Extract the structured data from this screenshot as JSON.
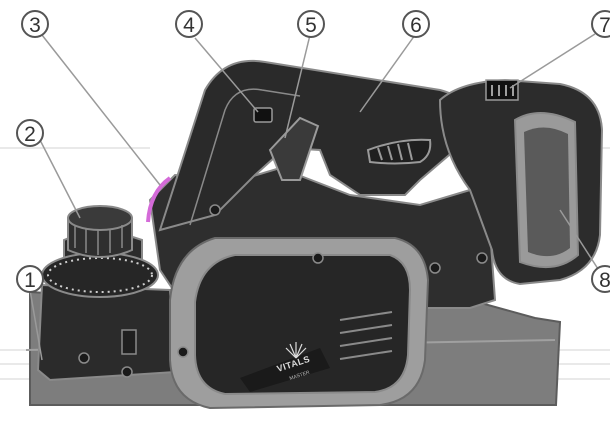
{
  "brand": {
    "logo_text": "VITALS",
    "sub_text": "MASTER"
  },
  "callouts": [
    {
      "label": "1"
    },
    {
      "label": "2"
    },
    {
      "label": "3"
    },
    {
      "label": "4"
    },
    {
      "label": "5"
    },
    {
      "label": "6"
    },
    {
      "label": "7"
    },
    {
      "label": "8"
    }
  ],
  "colors": {
    "body": "#2e2e2e",
    "body_dark": "#1f1f1f",
    "outline": "#8a8a8a",
    "panel": "#a7a7a7",
    "accent_pink": "#d46ad8",
    "base_plate": "#7d7d7d"
  }
}
